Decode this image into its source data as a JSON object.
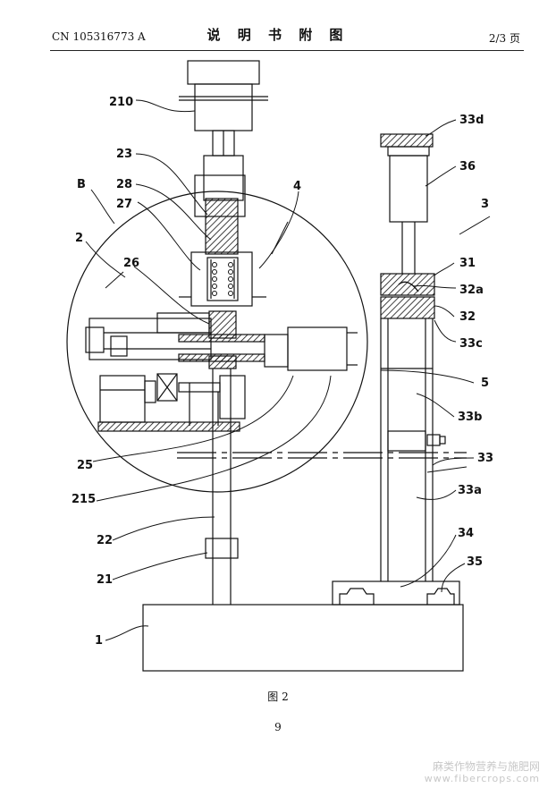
{
  "header": {
    "patent_no": "CN 105316773 A",
    "title": "说 明 书 附 图",
    "page_of": "2/3 页"
  },
  "figure": {
    "caption": "图 2",
    "labels": {
      "l210": "210",
      "l23": "23",
      "l28": "28",
      "l27": "27",
      "lB": "B",
      "l2": "2",
      "l26": "26",
      "l4": "4",
      "l25": "25",
      "l215": "215",
      "l22": "22",
      "l21": "21",
      "l1": "1",
      "l33d": "33d",
      "l36": "36",
      "l3": "3",
      "l31": "31",
      "l32a": "32a",
      "l32": "32",
      "l33c": "33c",
      "l5": "5",
      "l33b": "33b",
      "l33": "33",
      "l33a": "33a",
      "l34": "34",
      "l35": "35"
    }
  },
  "footer": {
    "page_number": "9",
    "watermark_cn": "麻类作物营养与施肥网",
    "watermark_url": "www.fibercrops.com"
  }
}
